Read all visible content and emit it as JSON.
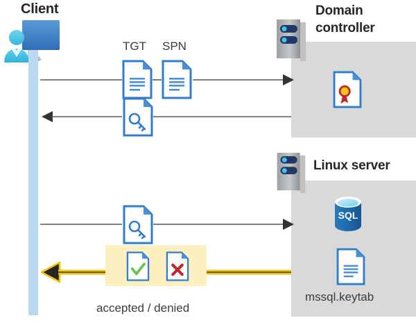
{
  "diagram": {
    "title_client": "Client",
    "title_domain_controller": "Domain controller",
    "title_linux_server": "Linux server",
    "labels": {
      "tgt": "TGT",
      "spn": "SPN",
      "accepted_denied": "accepted / denied",
      "keytab": "mssql.keytab"
    },
    "icons": {
      "client": "user-computer-icon",
      "tgt_doc": "document-lines-icon",
      "spn_doc": "document-lines-icon",
      "ticket_key_1": "document-key-icon",
      "ticket_key_2": "document-key-icon",
      "certificate": "document-certificate-icon",
      "sql": "sql-database-icon",
      "keytab_doc": "document-lines-icon",
      "accepted": "document-check-icon",
      "denied": "document-cross-icon",
      "server_rack_dc": "server-rack-icon",
      "server_rack_linux": "server-rack-icon"
    },
    "colors": {
      "panel_gray": "#d9d9d9",
      "lifeline_blue": "#bdd9f2",
      "highlight_yellow": "#fdf0c0",
      "arrow_gray": "#595959",
      "arrow_yellow": "#f2c300",
      "doc_blue": "#2e7dd1",
      "accept_green": "#6cc24a",
      "deny_red": "#c0272d",
      "sql_blue": "#1f6fb5",
      "cert_gold": "#f5c518",
      "cert_red": "#c0272d",
      "title_ink": "#262626"
    },
    "flows": [
      {
        "name": "client-to-dc-request",
        "from": "Client",
        "to": "Domain controller",
        "direction": "right",
        "style": "gray",
        "carries": [
          "TGT",
          "SPN"
        ]
      },
      {
        "name": "dc-to-client-ticket",
        "from": "Domain controller",
        "to": "Client",
        "direction": "left",
        "style": "gray",
        "carries": [
          "service ticket"
        ]
      },
      {
        "name": "client-to-linux-ticket",
        "from": "Client",
        "to": "Linux server",
        "direction": "right",
        "style": "gray",
        "carries": [
          "service ticket"
        ]
      },
      {
        "name": "linux-to-client-result",
        "from": "Linux server",
        "to": "Client",
        "direction": "left",
        "style": "yellow",
        "carries": [
          "accepted / denied"
        ]
      }
    ]
  }
}
